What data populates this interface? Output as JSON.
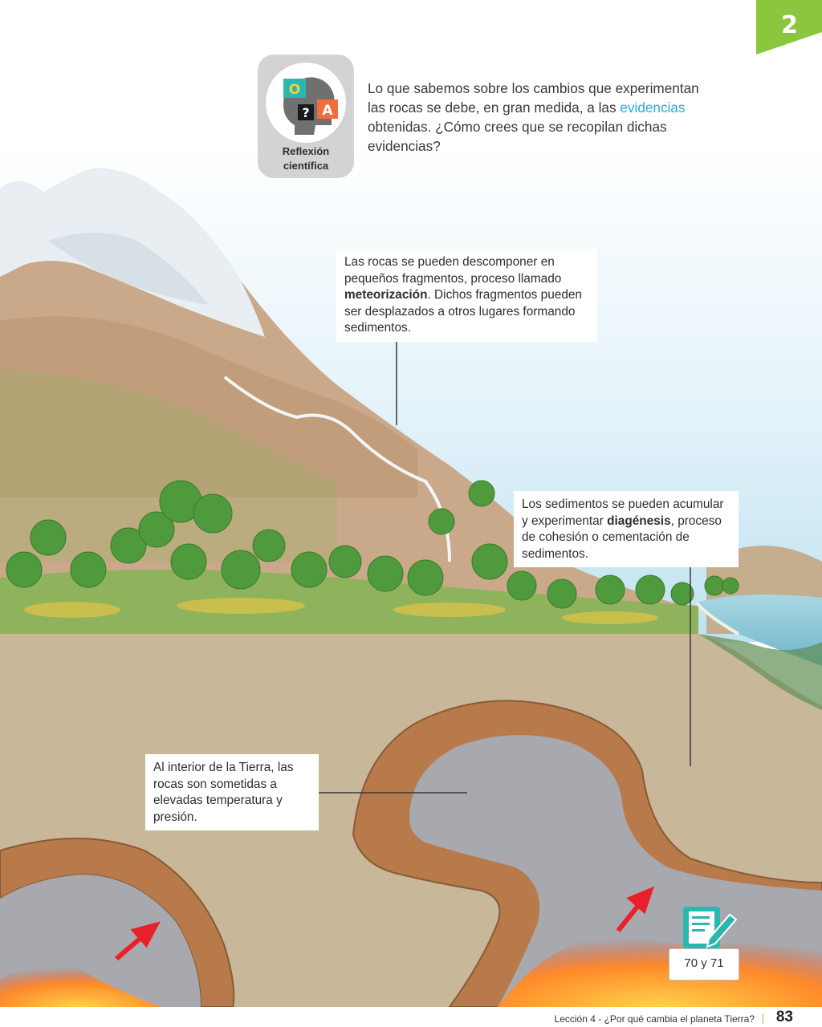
{
  "page": {
    "unit_number": "2",
    "page_number": "83",
    "lesson_footer": "Lección 4 - ¿Por qué cambia el planeta Tierra?",
    "footer_separator": "|"
  },
  "reflexion": {
    "line1": "Reflexión",
    "line2": "científica",
    "icon_letters": {
      "top": "O",
      "right": "A",
      "question": "?"
    }
  },
  "intro": {
    "part1": "Lo que sabemos sobre los cambios que experimentan las rocas se debe, en gran medida, a las ",
    "highlight": "evidencias",
    "part2": " obtenidas. ¿Cómo crees que se recopilan dichas evidencias?"
  },
  "callouts": {
    "weathering": {
      "before": "Las rocas se pueden descomponer en pequeños fragmentos, proceso llamado ",
      "term": "meteorización",
      "after": ". Dichos fragmentos pueden ser desplazados a otros lugares formando sedimentos."
    },
    "diagenesis": {
      "before": "Los sedimentos se pueden acumular y experimentar ",
      "term": "diagénesis",
      "after": ", proceso de cohesión o cementación de sedimentos."
    },
    "interior": {
      "text": "Al interior de la Tierra, las rocas son sometidas a elevadas temperatura y presión."
    }
  },
  "activity": {
    "pages": "70 y 71"
  },
  "colors": {
    "unit_tab": "#8cc63f",
    "highlight": "#2ba8d6",
    "activity_icon": "#2bb6b0",
    "arrow": "#e8202a",
    "soil": "#c9b79a",
    "rock_band": "#b87a4b",
    "rock_core": "#a7a9ae"
  }
}
